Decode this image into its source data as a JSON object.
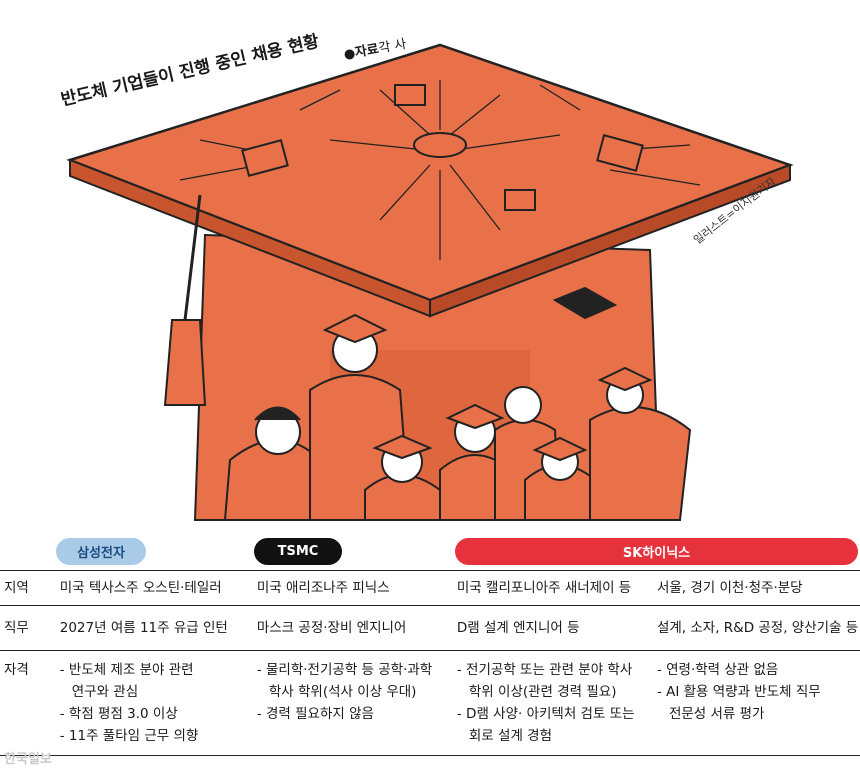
{
  "title": "반도체 기업들이 진행 중인 채용 현황",
  "source": {
    "label": "●자료",
    "value": "각 사"
  },
  "credit": "일러스트=이지원기자",
  "colors": {
    "orange": "#e8714a",
    "samsung": "#a9cbe8",
    "tsmc": "#111111",
    "sk": "#e5323c"
  },
  "companies": {
    "samsung": "삼성전자",
    "tsmc": "TSMC",
    "sk": "SK하이닉스"
  },
  "rows": {
    "region": {
      "label": "지역",
      "samsung": "미국 텍사스주 오스틴·테일러",
      "tsmc": "미국 애리조나주 피닉스",
      "sk_a": "미국 캘리포니아주 새너제이 등",
      "sk_b": "서울, 경기 이천·청주·분당"
    },
    "job": {
      "label": "직무",
      "samsung": "2027년 여름 11주 유급 인턴",
      "tsmc": "마스크 공정·장비 엔지니어",
      "sk_a": "D램 설계 엔지니어 등",
      "sk_b": "설계, 소자, R&D 공정, 양산기술 등"
    },
    "qual": {
      "label": "자격",
      "samsung": [
        "- 반도체 제조 분야 관련",
        "연구와 관심",
        "- 학점 평점 3.0 이상",
        "- 11주 풀타임 근무 의향"
      ],
      "tsmc": [
        "- 물리학·전기공학 등 공학·과학",
        "학사 학위(석사 이상 우대)",
        "- 경력 필요하지 않음"
      ],
      "sk_a": [
        "- 전기공학 또는 관련 분야 학사",
        "학위 이상(관련 경력 필요)",
        "- D램 사양· 아키텍처 검토 또는",
        "회로 설계 경험"
      ],
      "sk_b": [
        "- 연령·학력 상관 없음",
        "- AI 활용 역량과 반도체 직무",
        "전문성 서류 평가"
      ]
    }
  },
  "watermark": "한국일보"
}
